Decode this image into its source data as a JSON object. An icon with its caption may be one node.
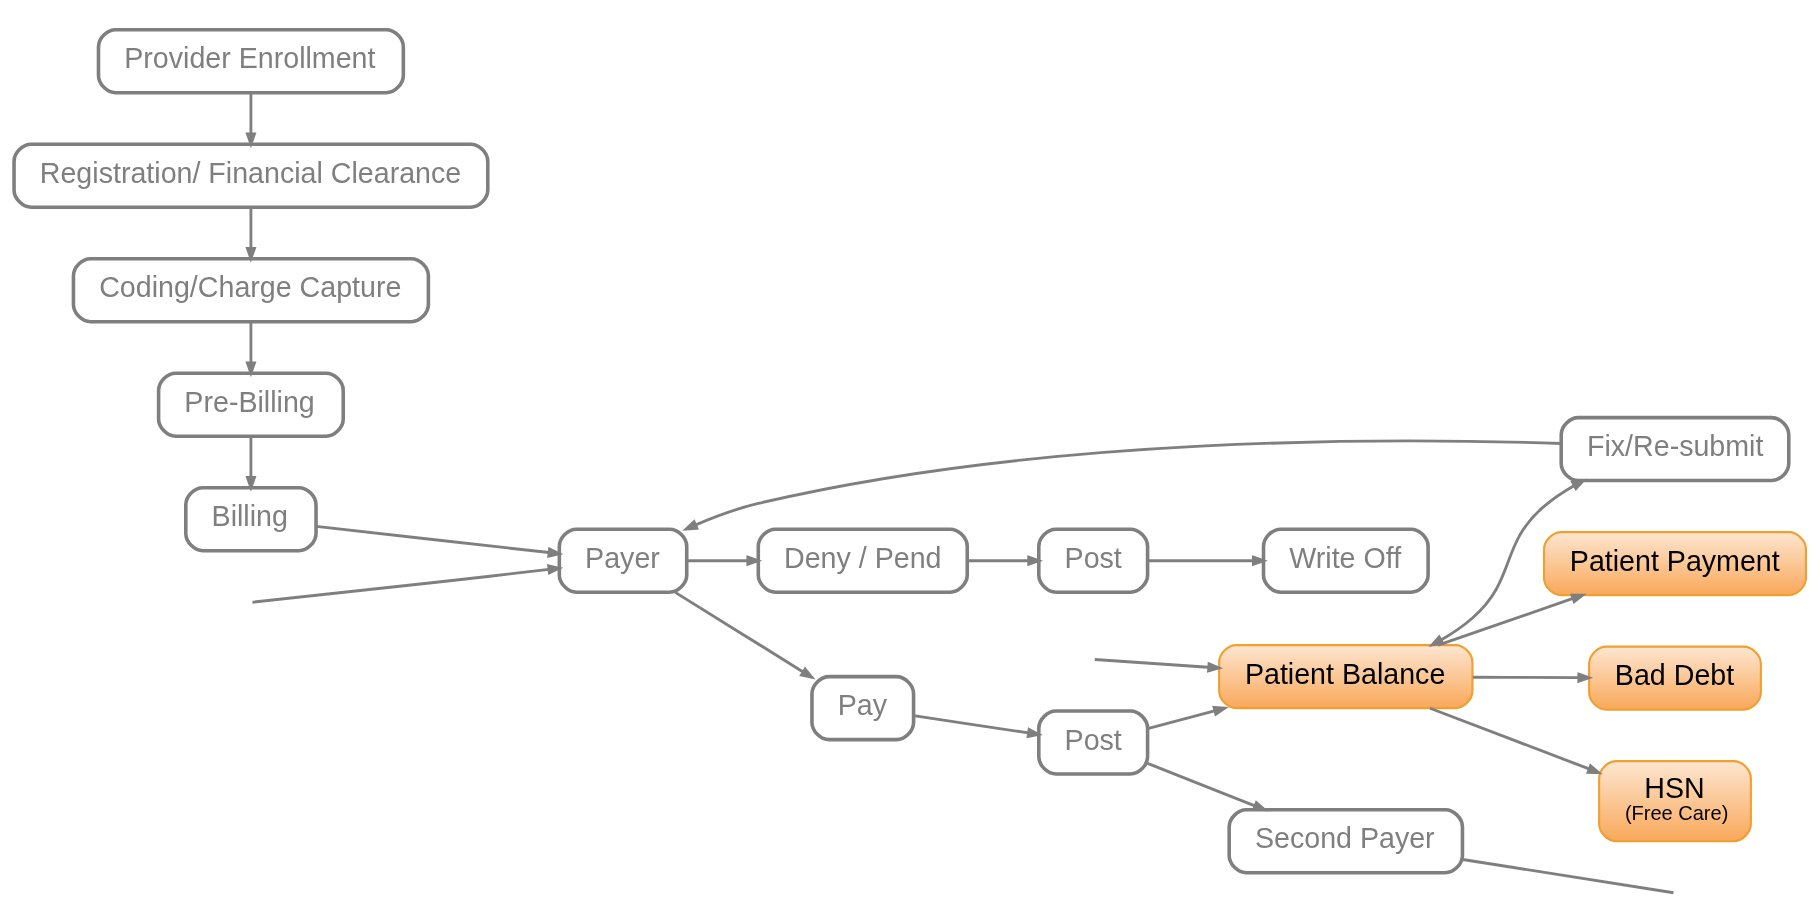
{
  "diagram": {
    "nodes": [
      {
        "text": [
          "Provider Enrollment"
        ]
      },
      {
        "text": [
          "Fix/Re-submit"
        ]
      },
      {
        "text": [
          "Registration/ Financial Clearance"
        ]
      },
      {
        "text": [
          "Deny / Pend"
        ]
      },
      {
        "text": [
          "Post"
        ]
      },
      {
        "text": [
          "Write Off"
        ]
      },
      {
        "text": [
          "Coding/Charge Capture"
        ]
      },
      {
        "text": [
          "Payer"
        ]
      },
      {
        "text": [
          "Patient Payment"
        ]
      },
      {
        "text": [
          "Pre-Billing"
        ]
      },
      {
        "text": [
          "Pay"
        ]
      },
      {
        "text": [
          "Post"
        ]
      },
      {
        "text": [
          "Patient Balance"
        ]
      },
      {
        "text": [
          "Bad Debt"
        ]
      },
      {
        "text": [
          "Second Payer"
        ]
      },
      {
        "text": [
          "Billing"
        ]
      },
      {
        "text": [
          "HSN",
          "(Free Care)"
        ]
      }
    ],
    "edges": [
      {
        "from": 0,
        "to": 2,
        "arrow": "to"
      },
      {
        "from": 2,
        "to": 6,
        "arrow": "to"
      },
      {
        "from": 6,
        "to": 9,
        "arrow": "to"
      },
      {
        "from": 9,
        "to": 15,
        "arrow": "to"
      },
      {
        "from": 15,
        "to": 7,
        "arrow": "to"
      },
      {
        "from": 7,
        "to": 3,
        "arrow": "to"
      },
      {
        "from": 7,
        "to": 10,
        "arrow": "to"
      },
      {
        "from": 3,
        "to": 4,
        "arrow": "to"
      },
      {
        "from": 4,
        "to": 5,
        "arrow": "to"
      },
      {
        "from": 1,
        "to": 7,
        "arrow": "to"
      },
      {
        "from": 12,
        "to": 1,
        "arrow": "both"
      },
      {
        "from": 10,
        "to": 11,
        "arrow": "to"
      },
      {
        "from": 11,
        "to": 12,
        "arrow": "to"
      },
      {
        "from": 11,
        "to": 14,
        "arrow": "to"
      },
      {
        "from": 12,
        "to": 8,
        "arrow": "to"
      },
      {
        "from": 12,
        "to": 13,
        "arrow": "to"
      },
      {
        "from": 12,
        "to": 16,
        "arrow": "to"
      },
      {
        "from": null,
        "to": 7,
        "arrow": "to"
      },
      {
        "from": null,
        "to": 12,
        "arrow": "to"
      },
      {
        "from": 14,
        "to": null,
        "arrow": "none"
      }
    ]
  }
}
